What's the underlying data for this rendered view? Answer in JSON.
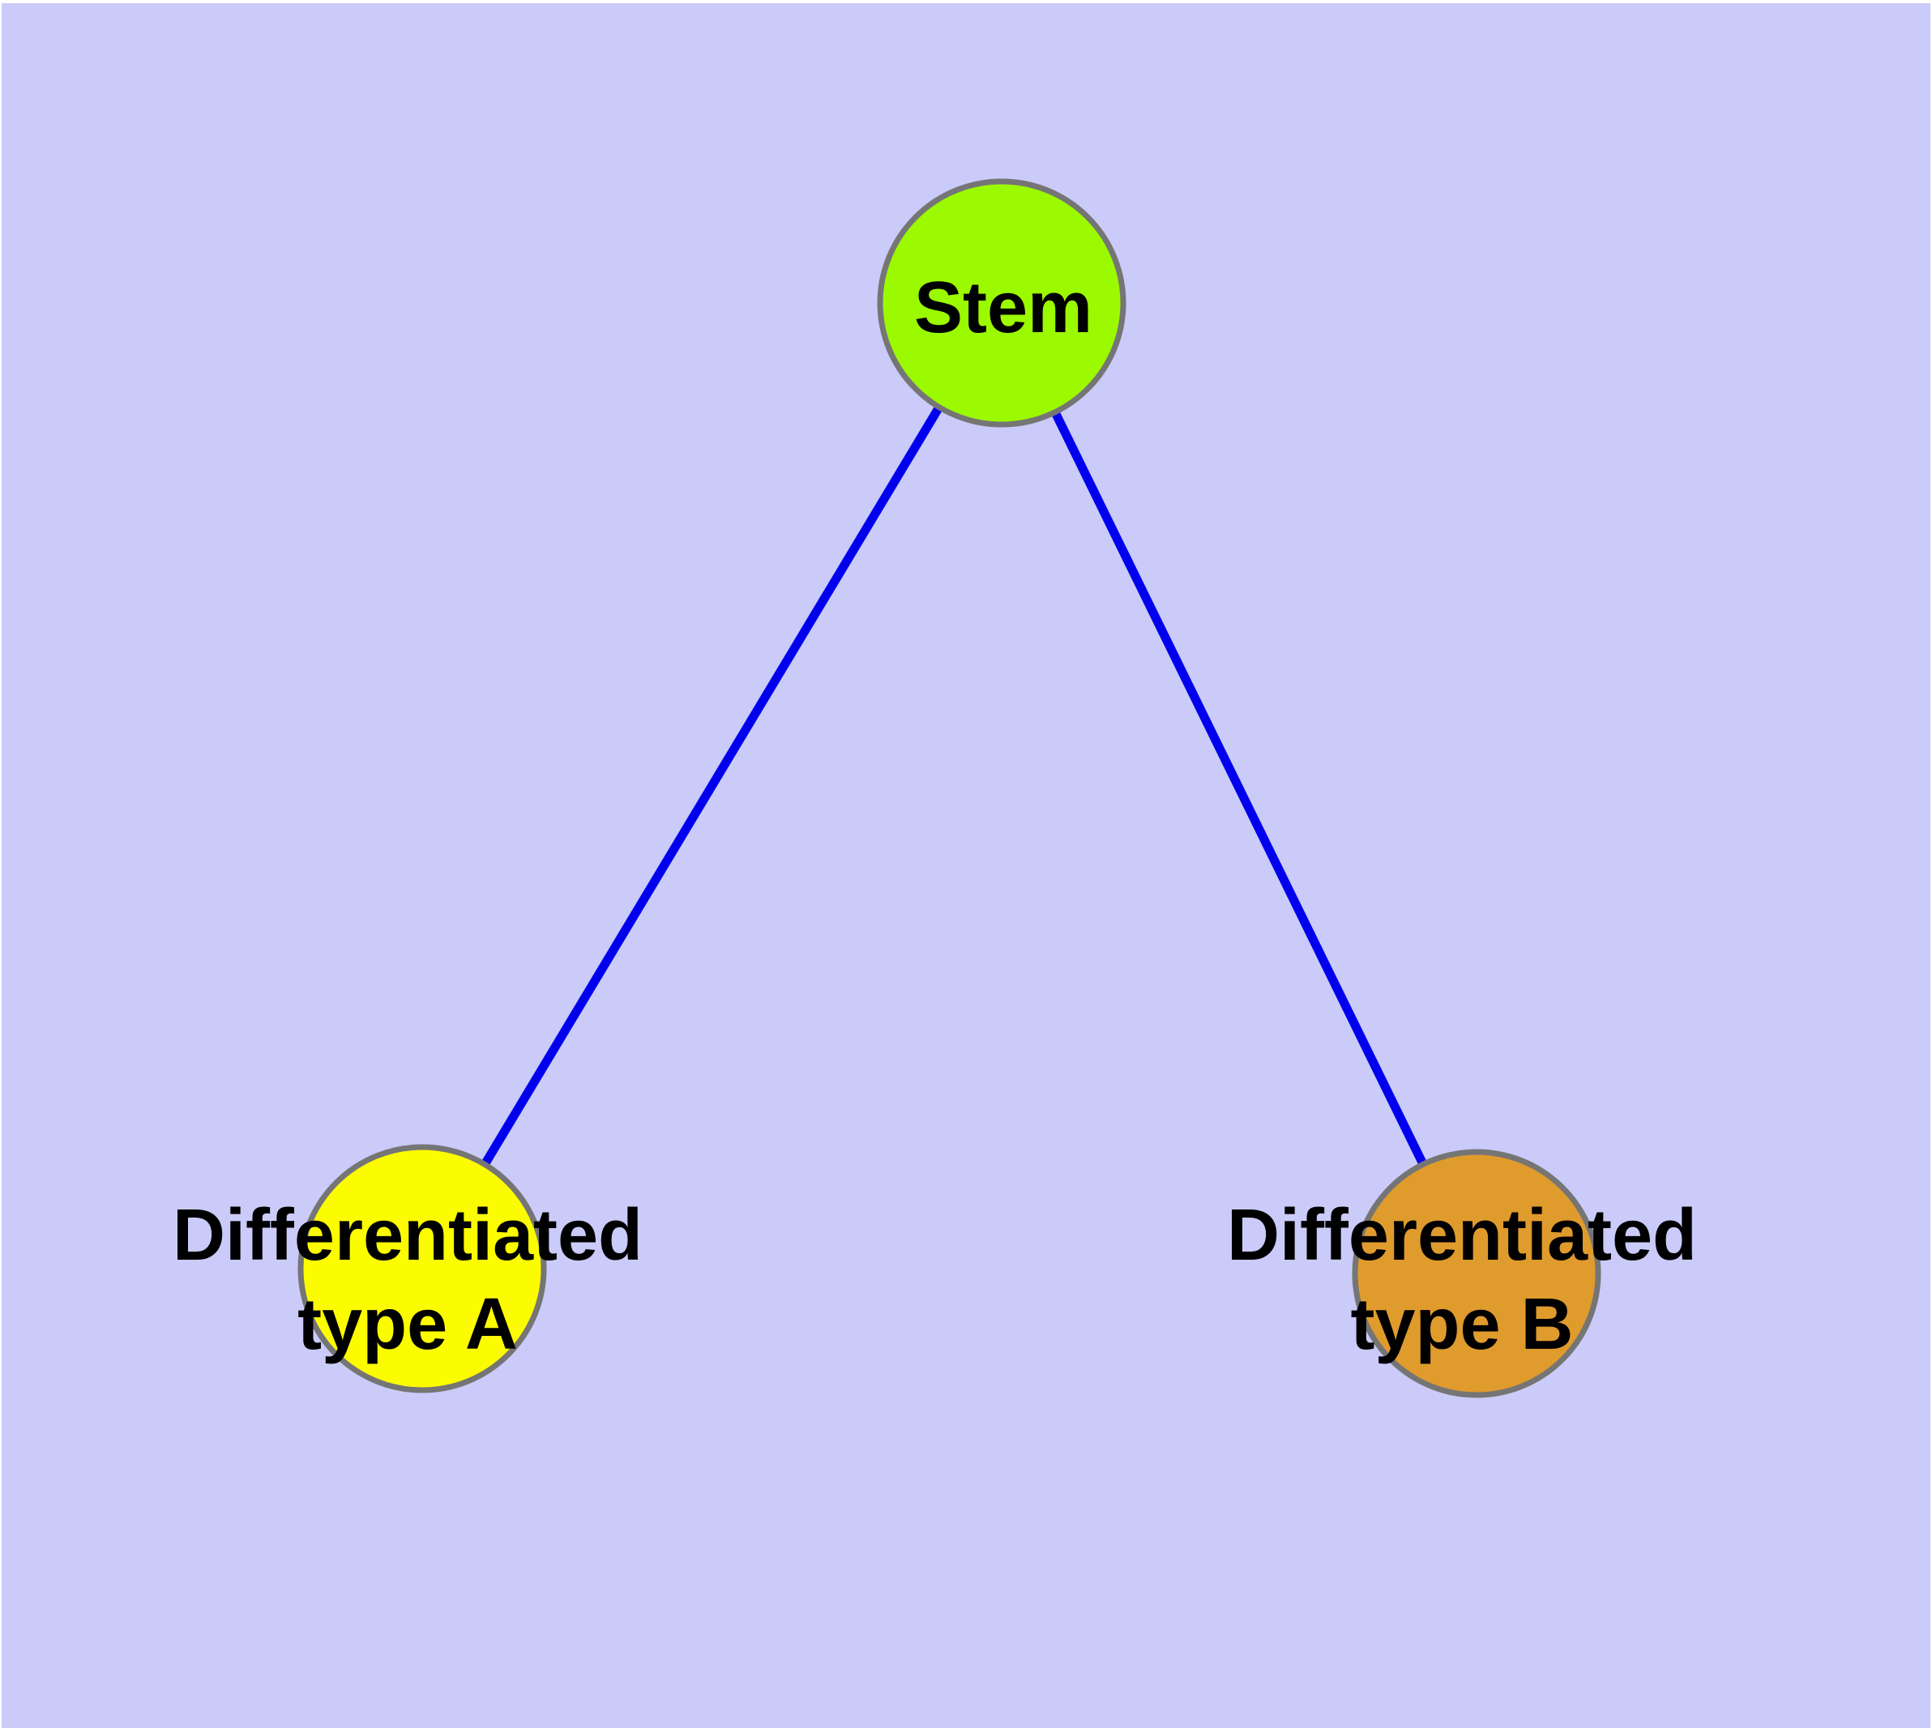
{
  "diagram": {
    "background_color": "#CACBF8",
    "frame_color": "#FFFFFF",
    "edge_color": "#0000EE",
    "node_border_color": "#757575",
    "label_color": "#000000",
    "nodes": [
      {
        "id": "stem",
        "label_lines": [
          "Stem"
        ],
        "fill_color": "#9BF900"
      },
      {
        "id": "differentiated-type-a",
        "label_lines": [
          "Differentiated",
          "type A"
        ],
        "fill_color": "#FCFC00"
      },
      {
        "id": "differentiated-type-b",
        "label_lines": [
          "Differentiated",
          "type B"
        ],
        "fill_color": "#E09B2D"
      }
    ],
    "edges": [
      {
        "source": "Stem",
        "target": "Differentiated type A"
      },
      {
        "source": "Stem",
        "target": "Differentiated type B"
      }
    ]
  }
}
